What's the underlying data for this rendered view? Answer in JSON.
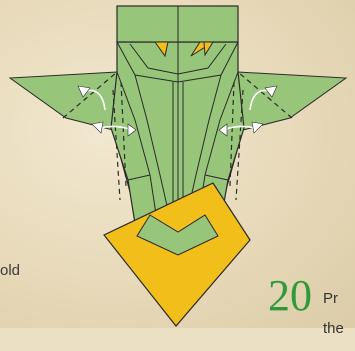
{
  "step": {
    "number": "20",
    "text_line1": "Pr",
    "text_line2": "the"
  },
  "caption_left": "old",
  "colors": {
    "paper_green": "#97c57a",
    "paper_green_dark": "#7fb066",
    "paper_yellow": "#f2bf1a",
    "line": "#2a2a2a",
    "arrow": "#ffffff",
    "step_number": "#2e9a3a",
    "background": "#ece0c4"
  }
}
